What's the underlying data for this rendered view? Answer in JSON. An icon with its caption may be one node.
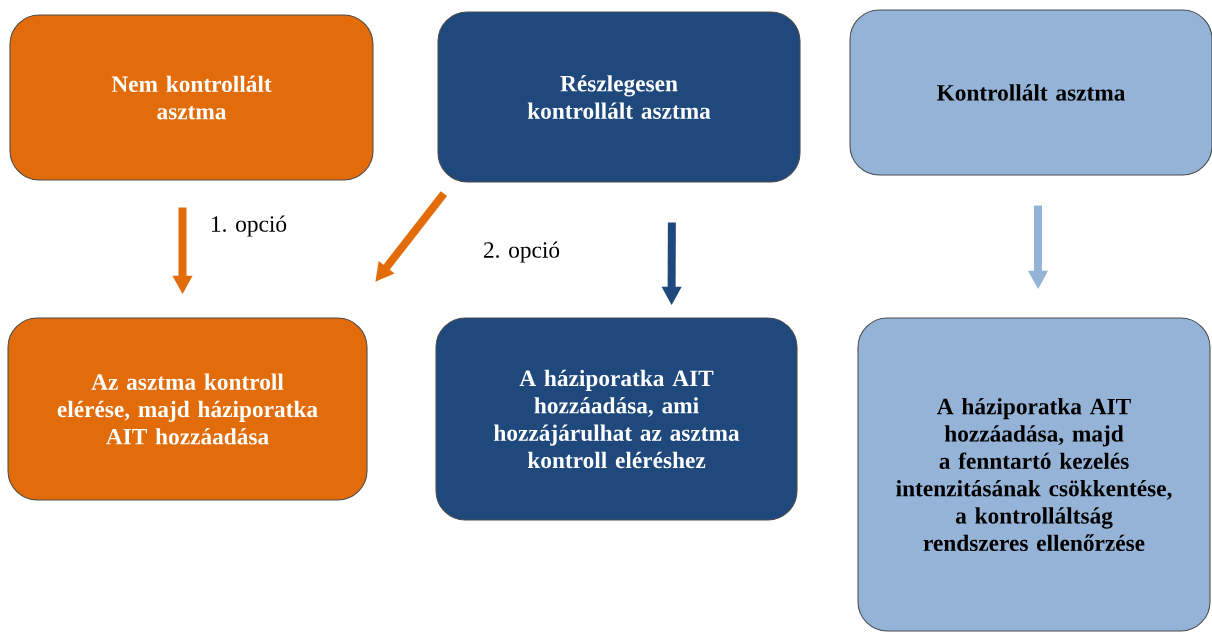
{
  "diagram": {
    "nodes": [
      {
        "text": [
          "Nem kontrollált asztma"
        ]
      },
      {
        "text": [
          "Részlegesen kontrollált asztma"
        ]
      },
      {
        "text": [
          "Kontrollált asztma"
        ]
      },
      {
        "text": [
          "Az asztma kontroll elérése, majd háziporatka AIT hozzáadása"
        ]
      },
      {
        "text": [
          "A háziporatka AIT hozzáadása, ami hozzájárulhat az asztma kontroll eléréshez"
        ]
      },
      {
        "text": [
          "A háziporatka AIT hozzáadása, majd a fenntartó kezelés intenzitásának csökkentése, a kontrolláltság rendszeres ellenőrzése"
        ]
      }
    ],
    "edges": [
      {
        "from": 0,
        "to": 3,
        "arrow": "to",
        "label": "1. opció",
        "color": "#e36c0a"
      },
      {
        "from": 1,
        "to": 3,
        "arrow": "to",
        "color": "#e36c0a"
      },
      {
        "from": 1,
        "to": 4,
        "arrow": "to",
        "label": "2. opció",
        "color": "#1f497d"
      },
      {
        "from": 2,
        "to": 5,
        "arrow": "to",
        "color": "#95b3d7"
      }
    ]
  }
}
